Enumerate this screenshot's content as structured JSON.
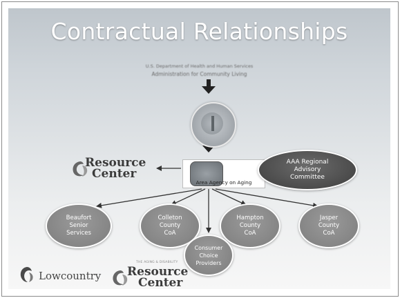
{
  "slide": {
    "title": "Contractual Relationships",
    "hhs_line": "U.S. Department of Health and Human Services",
    "acl_line": "Administration for Community Living"
  },
  "nodes": {
    "aaa_box_label": "Area Agency on Aging",
    "aaa_committee": [
      "AAA Regional",
      "Advisory",
      "Committee"
    ],
    "beaufort": [
      "Beaufort",
      "Senior",
      "Services"
    ],
    "colleton": [
      "Colleton",
      "County",
      "CoA"
    ],
    "hampton": [
      "Hampton",
      "County",
      "CoA"
    ],
    "jasper": [
      "Jasper",
      "County",
      "CoA"
    ],
    "consumer": [
      "Consumer",
      "Choice",
      "Providers"
    ]
  },
  "logos": {
    "resource_center_line1": "Resource",
    "resource_center_line2": "Center",
    "lowcountry": "Lowcountry",
    "resource_center_tagline": "THE AGING & DISABILITY"
  },
  "colors": {
    "ellipse_fill": "#8a8a8a",
    "committee_fill": "#4f4f4f",
    "arrow": "#222222",
    "connector": "#333333"
  }
}
